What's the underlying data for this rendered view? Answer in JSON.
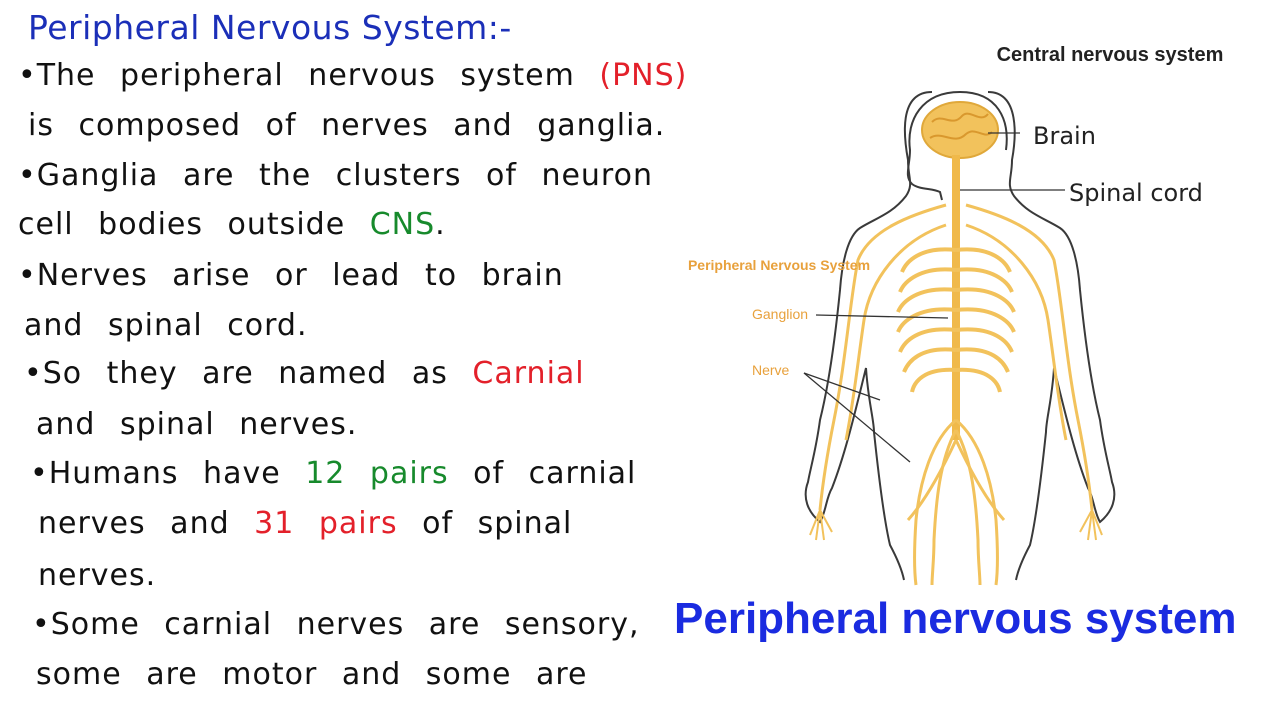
{
  "notes": {
    "title": "Peripheral Nervous System:-",
    "lines": [
      {
        "segments": [
          {
            "text": "•The peripheral nervous system "
          },
          {
            "text": "(PNS)",
            "color": "red"
          }
        ]
      },
      {
        "segments": [
          {
            "text": "is composed of nerves and ganglia."
          }
        ]
      },
      {
        "segments": [
          {
            "text": "•Ganglia are the clusters of neuron"
          }
        ]
      },
      {
        "segments": [
          {
            "text": "cell bodies outside "
          },
          {
            "text": "CNS",
            "color": "green"
          },
          {
            "text": "."
          }
        ]
      },
      {
        "segments": [
          {
            "text": "•Nerves arise or lead to brain"
          }
        ]
      },
      {
        "segments": [
          {
            "text": "and spinal cord."
          }
        ]
      },
      {
        "segments": [
          {
            "text": "•So they are named as "
          },
          {
            "text": "Carnial",
            "color": "red"
          }
        ]
      },
      {
        "segments": [
          {
            "text": "and spinal nerves."
          }
        ]
      },
      {
        "segments": [
          {
            "text": "•Humans have "
          },
          {
            "text": "12 pairs",
            "color": "green"
          },
          {
            "text": " of carnial"
          }
        ]
      },
      {
        "segments": [
          {
            "text": "nerves and "
          },
          {
            "text": "31 pairs",
            "color": "red"
          },
          {
            "text": " of spinal"
          }
        ]
      },
      {
        "segments": [
          {
            "text": "nerves."
          }
        ]
      },
      {
        "segments": [
          {
            "text": "•Some carnial nerves are sensory,"
          }
        ]
      },
      {
        "segments": [
          {
            "text": "some are motor and some are"
          }
        ]
      }
    ]
  },
  "diagram": {
    "cns_label": "Central nervous system",
    "brain_label": "Brain",
    "spinal_cord_label": "Spinal cord",
    "pns_label": "Peripheral Nervous System",
    "ganglion_label": "Ganglion",
    "nerve_label": "Nerve",
    "caption": "Peripheral nervous system"
  },
  "colors": {
    "title_blue": "#1b2fb8",
    "red": "#e3202a",
    "green": "#178a2c",
    "nerve_yellow": "#f2c25c",
    "label_orange": "#e8a13c",
    "caption_blue": "#1a2be0"
  }
}
